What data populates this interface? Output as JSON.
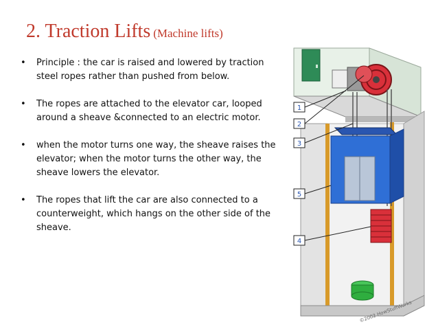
{
  "slide": {
    "title": "2. Traction Lifts",
    "subtitle": "(Machine lifts)",
    "bullet_glyph": "•",
    "bullets": [
      "Principle : the car is raised and lowered by traction steel ropes rather than pushed from below.",
      "The ropes are attached to the elevator car, looped around a sheave &connected to an electric motor.",
      "when the motor turns one way, the sheave raises the elevator; when the motor turns the other way, the sheave lowers the elevator.",
      "The ropes that lift the car are also connected to a counterweight, which hangs on the other side of the sheave."
    ]
  },
  "figure": {
    "callouts": [
      "1",
      "2",
      "3",
      "5",
      "4"
    ],
    "credit": "©2002 HowStuffWorks"
  },
  "colors": {
    "title": "#c0392b",
    "car": "#2f6fd6",
    "counterweight": "#d9303a",
    "door": "#2e8b57",
    "shaft": "#cfcfcf",
    "buffer": "#2fae3f"
  }
}
